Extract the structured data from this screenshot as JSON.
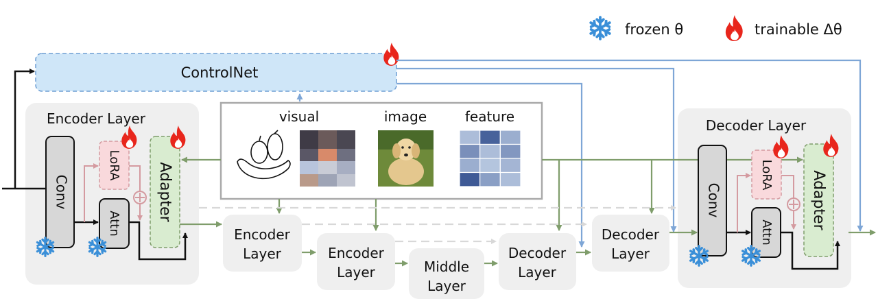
{
  "legend": {
    "frozen_label": "frozen θ",
    "trainable_label": "trainable Δθ",
    "frozen_icon": "snowflake-icon",
    "trainable_icon": "fire-icon"
  },
  "controlnet": {
    "label": "ControlNet"
  },
  "encoder_panel": {
    "title": "Encoder Layer",
    "conv": "Conv",
    "lora": "LoRA",
    "attn": "Attn",
    "adapter": "Adapter",
    "plus": "⊕"
  },
  "decoder_panel": {
    "title": "Decoder Layer",
    "conv": "Conv",
    "lora": "LoRA",
    "attn": "Attn",
    "adapter": "Adapter",
    "plus": "⊕"
  },
  "conditions": {
    "labels": [
      "visual",
      "image",
      "feature"
    ],
    "images": [
      "sketch-thumbnail",
      "pixelated-face-thumbnail",
      "dog-photo-thumbnail",
      "feature-grid-thumbnail"
    ]
  },
  "unet_blocks": [
    {
      "line1": "Encoder",
      "line2": "Layer"
    },
    {
      "line1": "Encoder",
      "line2": "Layer"
    },
    {
      "line1": "Middle",
      "line2": "Layer"
    },
    {
      "line1": "Decoder",
      "line2": "Layer"
    },
    {
      "line1": "Decoder",
      "line2": "Layer"
    }
  ],
  "colors": {
    "panel_bg": "#efefef",
    "controlnet_fill": "#cfe6f8",
    "controlnet_border": "#6d9ed4",
    "blue_arrow": "#7ea6d6",
    "green_arrow": "#7f9d6b",
    "pink_arrow": "#d49aa0",
    "lora_fill": "#f9d9dc",
    "adapter_fill": "#d9ecd0",
    "conv_fill": "#d7d7d7",
    "flame": "#e8261c",
    "snowflake": "#3a8fd8"
  },
  "feature_grid": [
    [
      0.25,
      0.85,
      0.35
    ],
    [
      0.55,
      0.25,
      0.5
    ],
    [
      0.35,
      0.2,
      0.3
    ],
    [
      0.9,
      0.45,
      0.25
    ]
  ]
}
